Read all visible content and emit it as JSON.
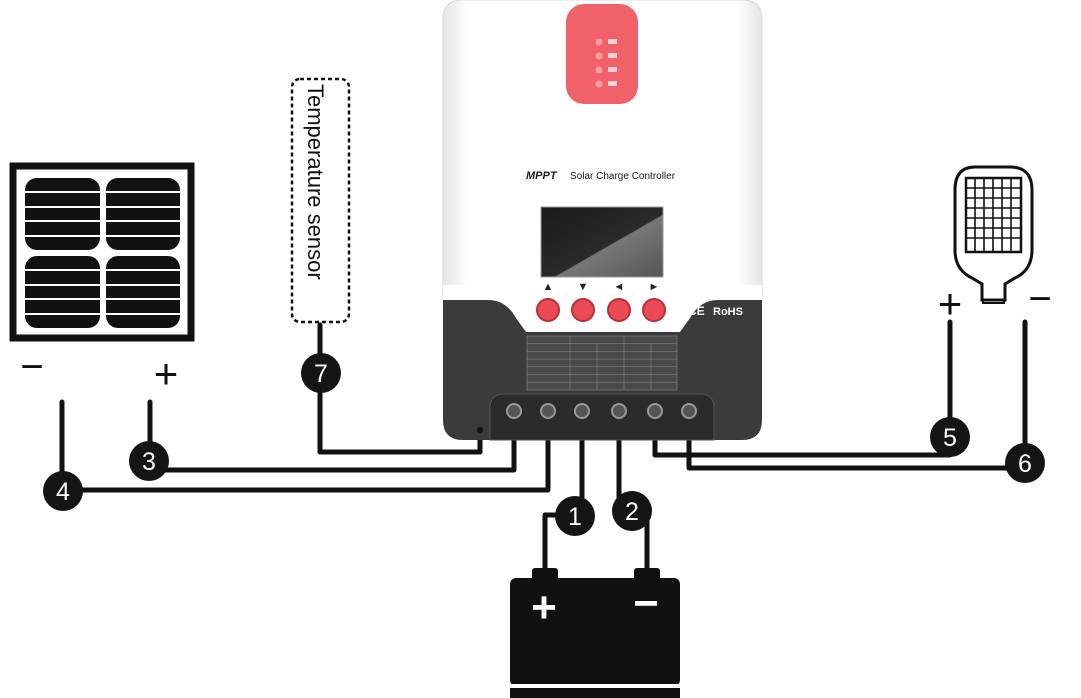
{
  "controller": {
    "brand": "MPPT",
    "title": "Solar Charge Controller",
    "buttons": [
      {
        "arrow": "▲"
      },
      {
        "arrow": "▼"
      },
      {
        "arrow": "◄"
      },
      {
        "arrow": "►"
      }
    ],
    "certifications": [
      "CE",
      "RoHS"
    ],
    "status_leds": 4,
    "spec_label_rows": 7
  },
  "sensor": {
    "label": "Temperature sensor"
  },
  "polarity": {
    "panel_minus": "−",
    "panel_plus": "+",
    "lamp_plus": "+",
    "lamp_minus": "−",
    "battery_plus": "+",
    "battery_minus": "−"
  },
  "callouts": [
    "1",
    "2",
    "3",
    "4",
    "5",
    "6",
    "7"
  ],
  "colors": {
    "controller_top": "#ffffff",
    "controller_bottom": "#3b3b3d",
    "led_panel": "#f0616a",
    "button_red": "#ea4a55",
    "wire": "#111111",
    "callout_fill": "#151515"
  },
  "icons": [
    "solar-panel-icon",
    "battery-icon",
    "led-lamp-icon",
    "temperature-sensor-icon"
  ]
}
